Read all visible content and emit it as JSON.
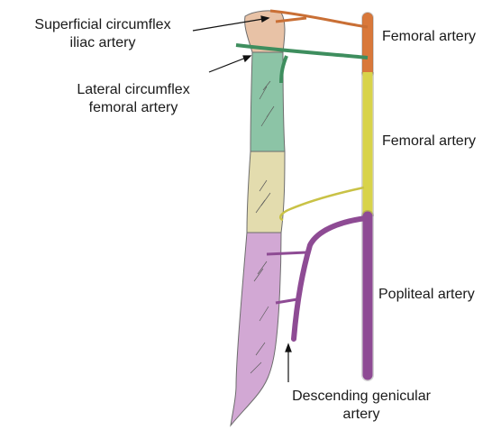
{
  "labels": {
    "superficial_circumflex_iliac": [
      "Superficial circumflex",
      "iliac artery"
    ],
    "lateral_circumflex_femoral": [
      "Lateral circumflex",
      "femoral artery"
    ],
    "femoral_artery_upper": "Femoral artery",
    "femoral_artery_lower": "Femoral artery",
    "popliteal_artery": "Popliteal artery",
    "descending_genicular": [
      "Descending genicular",
      "artery"
    ]
  },
  "colors": {
    "orange_segment": "#d9783a",
    "yellow_segment": "#d8d34a",
    "purple_segment": "#8e4b94",
    "green_branch": "#3e8e5e",
    "tissue_peach": "#e8c2a6",
    "tissue_green": "#8cc4a6",
    "tissue_yellow": "#e3dcae",
    "tissue_purple": "#d2a8d4"
  }
}
